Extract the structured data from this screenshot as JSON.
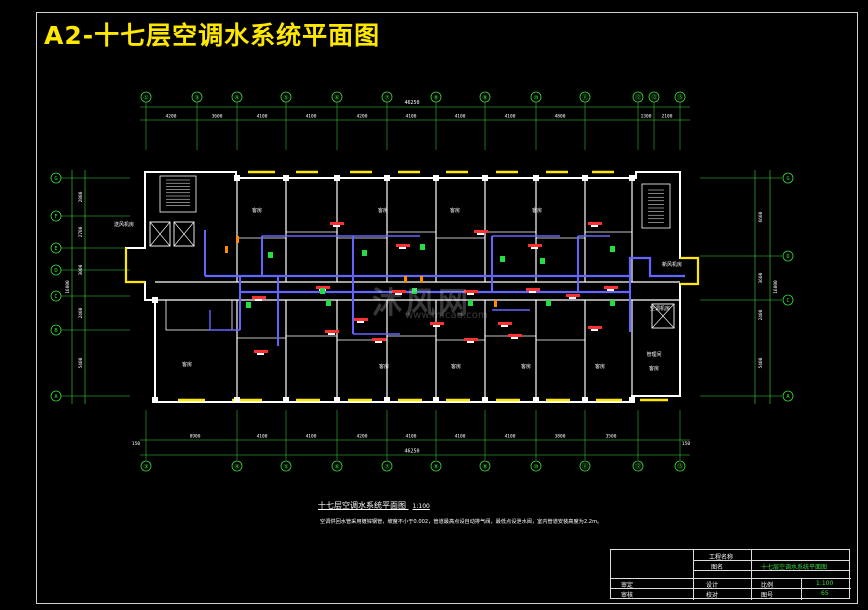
{
  "title": "A2-十七层空调水系统平面图",
  "top_axes": [
    "①",
    "③",
    "④",
    "⑤",
    "⑥",
    "⑦",
    "⑧",
    "⑨",
    "⑩",
    "⑪",
    "⑫",
    "⑬",
    "⑮"
  ],
  "top_total_dim": "46250",
  "top_dims": [
    "4200",
    "3600",
    "4100",
    "4100",
    "4200",
    "4100",
    "4100",
    "4100",
    "4800",
    "1300",
    "2100"
  ],
  "bottom_axes": [
    "③",
    "④",
    "⑤",
    "⑥",
    "⑦",
    "⑧",
    "⑨",
    "⑩",
    "⑪",
    "⑫",
    "⑮"
  ],
  "bottom_total_dim": "46250",
  "bottom_dims": [
    "8900",
    "4100",
    "4100",
    "4200",
    "4100",
    "4100",
    "4100",
    "3800",
    "3500"
  ],
  "bottom_edge_dims": [
    "150",
    "150"
  ],
  "left_axes": [
    "G",
    "F",
    "E",
    "D",
    "C",
    "B",
    "A"
  ],
  "left_dims": [
    "2800",
    "2700",
    "3000",
    "2400",
    "5400"
  ],
  "left_total_dim": "16800",
  "right_axes": [
    "G",
    "D",
    "C",
    "A"
  ],
  "right_dims": [
    "6600",
    "3600",
    "2400",
    "5400"
  ],
  "right_total_dim": "16800",
  "room_labels": [
    "送风机房",
    "新风机房",
    "客房",
    "客房",
    "客房",
    "客房",
    "空调机房",
    "客房",
    "客房",
    "客房",
    "客房",
    "客房",
    "管理间",
    "客房"
  ],
  "drawing_caption": "十七层空调水系统平面图",
  "drawing_scale": "1:100",
  "drawing_note": "空调供回水管采用镀锌钢管，坡度不小于0.002，管道最高点设自动排气阀，最低点设泄水阀，室内管道安装高度为2.2m。",
  "title_block": {
    "project_name_label": "工程名称",
    "drawing_name_label": "图名",
    "drawing_name_value": "十七层空调水系统平面图",
    "row1": [
      "审定",
      "设计",
      "比例",
      "1:100"
    ],
    "row2": [
      "审核",
      "校对",
      "图号",
      "65"
    ]
  },
  "watermark": "沐风网",
  "watermark_url": "www.mfcad.com",
  "colors": {
    "title": "#ffe800",
    "wall": "#ffffff",
    "window": "#ffe800",
    "dimension": "#3ddc3d",
    "chilled_water_pipe": "#6464ff",
    "unit": "#ff3030",
    "background": "#000000"
  }
}
